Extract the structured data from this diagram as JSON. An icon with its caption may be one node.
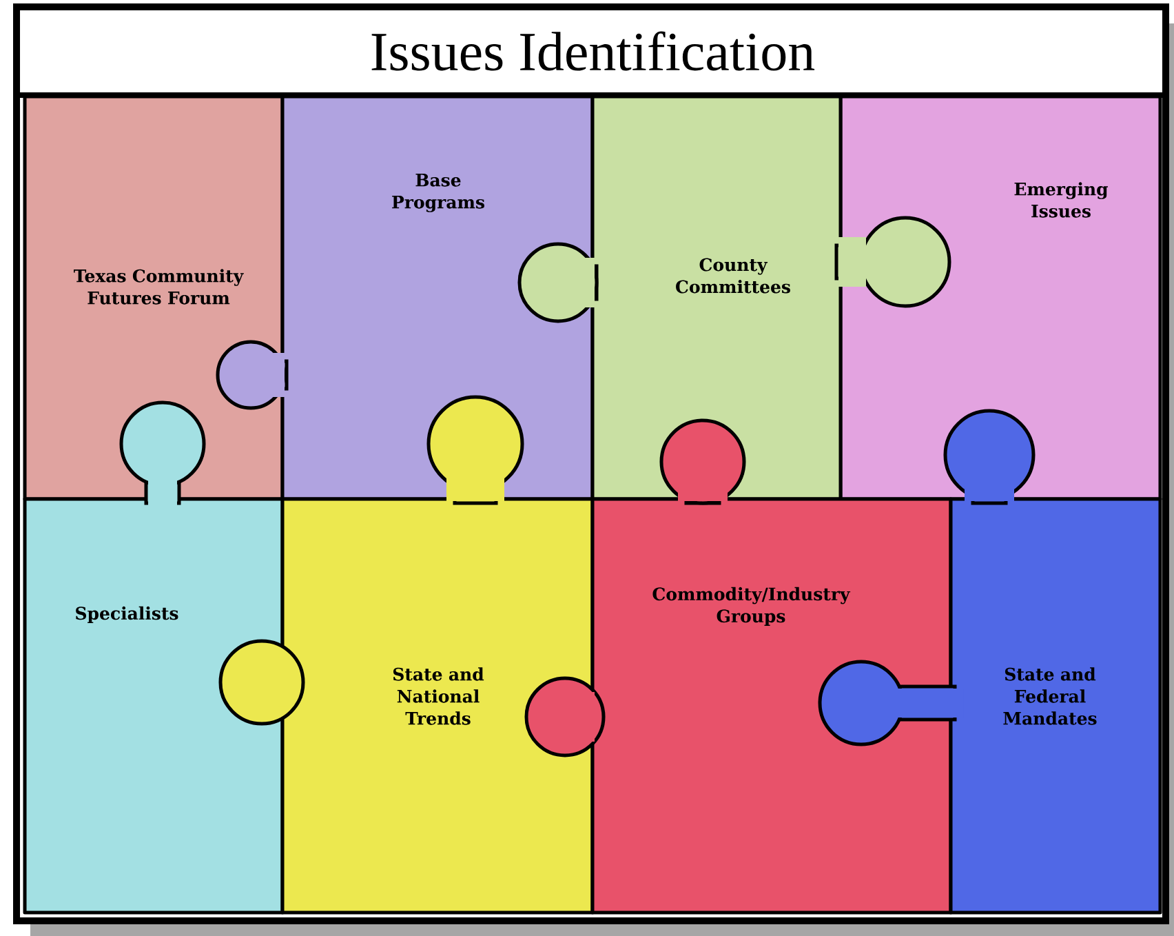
{
  "diagram": {
    "title": "Issues Identification",
    "nodes": [
      {
        "text": [
          "Texas Community Futures Forum"
        ]
      },
      {
        "text": [
          "Base Programs"
        ]
      },
      {
        "text": [
          "County Committees"
        ]
      },
      {
        "text": [
          "Emerging Issues"
        ]
      },
      {
        "text": [
          "Specialists"
        ]
      },
      {
        "text": [
          "State and National Trends"
        ]
      },
      {
        "text": [
          "Commodity/Industry Groups"
        ]
      },
      {
        "text": [
          "State and Federal Mandates"
        ]
      }
    ]
  }
}
